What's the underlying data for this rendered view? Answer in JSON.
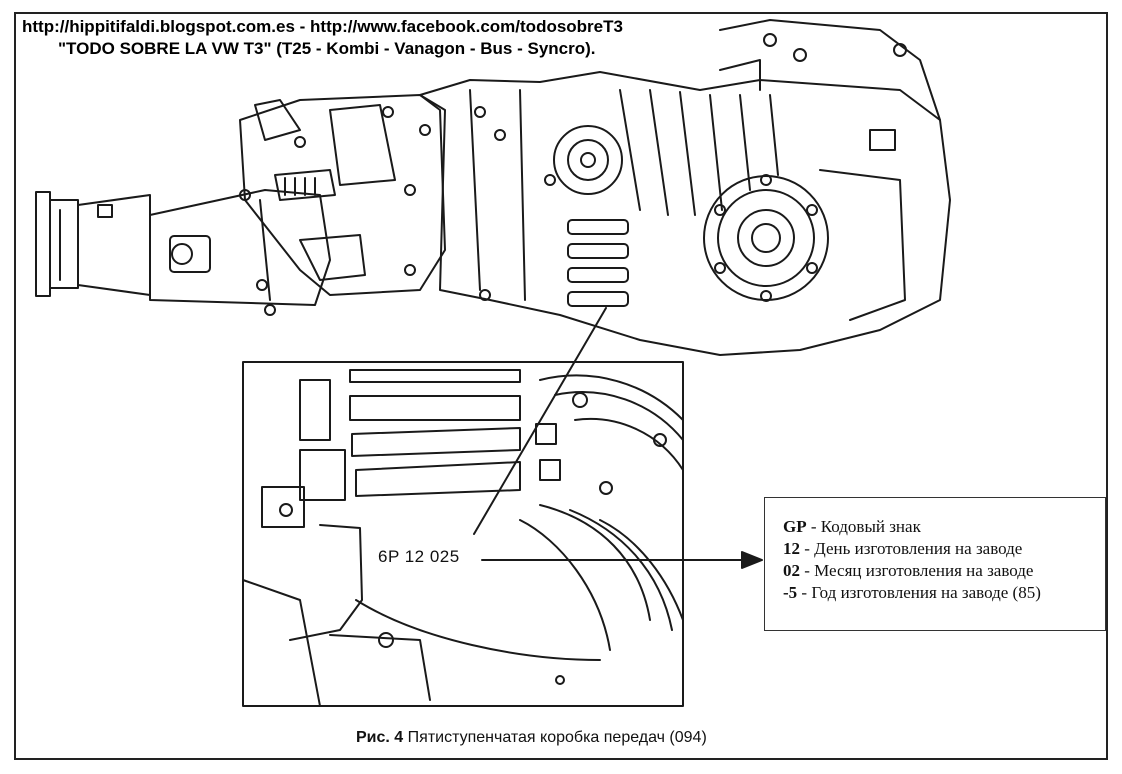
{
  "header": {
    "line1": "http://hippitifaldi.blogspot.com.es - http://www.facebook.com/todosobreT3",
    "line2": "\"TODO SOBRE LA VW T3\"  (T25 - Kombi - Vanagon - Bus - Syncro)."
  },
  "detail": {
    "code_label": "6P  12 025"
  },
  "legend": {
    "items": [
      {
        "code": "GP",
        "text": " - Кодовый знак"
      },
      {
        "code": "12",
        "text": " - День изготовления на заводе"
      },
      {
        "code": "02",
        "text": " - Месяц изготовления на заводе"
      },
      {
        "code": "-5",
        "text": " - Год изготовления на заводе (85)"
      }
    ]
  },
  "caption": {
    "prefix": "Рис. 4",
    "text": " Пятиступенчатая коробка передач (094)"
  }
}
